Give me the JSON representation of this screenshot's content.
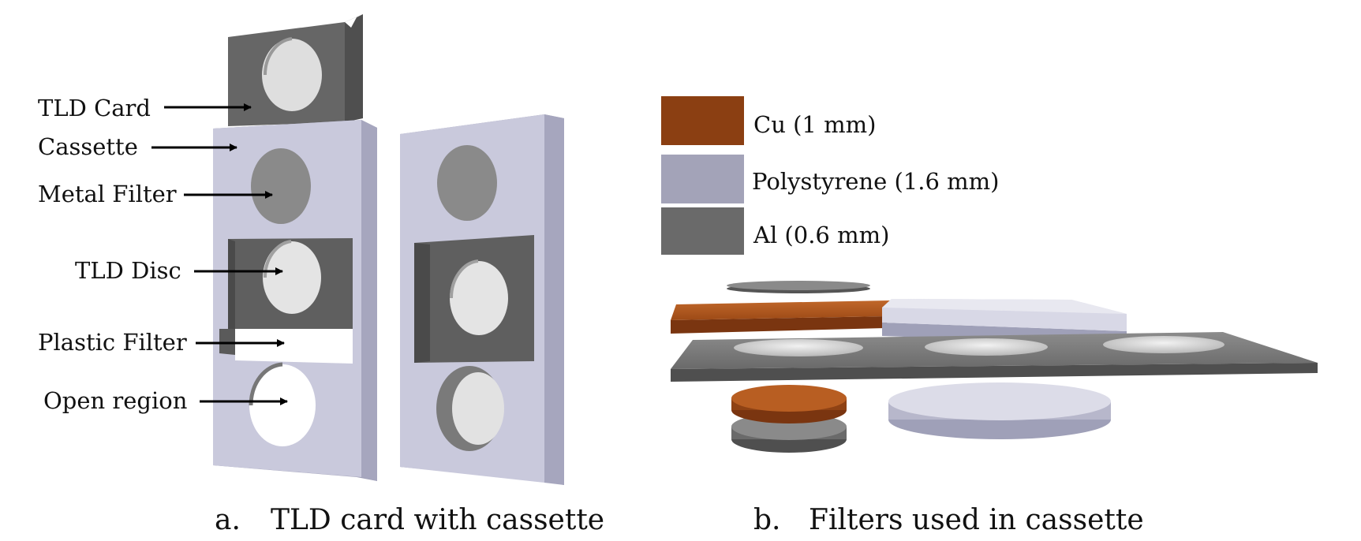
{
  "panel_a": {
    "labels": {
      "tld_card": "TLD Card",
      "cassette": "Cassette",
      "metal_filter": "Metal Filter",
      "tld_disc": "TLD Disc",
      "plastic_filter": "Plastic Filter",
      "open_region": "Open region"
    },
    "caption_marker": "a.",
    "caption_text": "TLD card with cassette"
  },
  "panel_b": {
    "legend": [
      {
        "label": "Cu (1 mm)",
        "color": "#8b3f12"
      },
      {
        "label": "Polystyrene (1.6 mm)",
        "color": "#a3a3b8"
      },
      {
        "label": "Al (0.6 mm)",
        "color": "#6a6a6a"
      }
    ],
    "caption_marker": "b.",
    "caption_text": "Filters used in cassette"
  },
  "colors": {
    "cassette_front": "#c8c8dc",
    "cassette_side": "#9d9db5",
    "card_gray": "#6d6d6d",
    "metal_disc": "#8a8a8a",
    "tld_disc": "#e2e2e2",
    "copper": "#a4521c"
  }
}
